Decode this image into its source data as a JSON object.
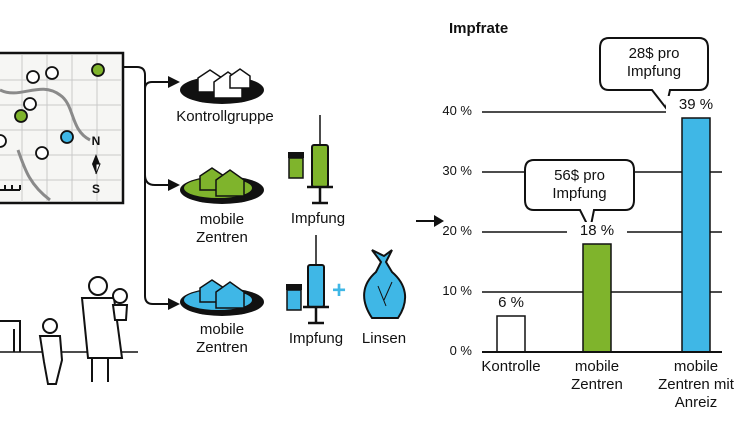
{
  "colors": {
    "green": "#7fb42c",
    "blue": "#3fb7e6",
    "ink": "#111111",
    "map_bg": "#f6f6f4"
  },
  "left": {
    "groups": [
      {
        "label": "Kontrollgruppe",
        "color": "#ffffff"
      },
      {
        "label": "mobile Zentren",
        "color": "#7fb42c",
        "intervention": "Impfung"
      },
      {
        "label": "mobile Zentren",
        "color": "#3fb7e6",
        "intervention": "Impfung",
        "plus": "+",
        "bonus": "Linsen"
      }
    ],
    "compass_n": "N",
    "compass_s": "S",
    "arrow": "→"
  },
  "chart_data": {
    "type": "bar",
    "title": "Impfrate",
    "categories": [
      "Kontrolle",
      "mobile Zentren",
      "mobile Zentren mit Anreiz"
    ],
    "values": [
      6,
      18,
      39
    ],
    "value_labels": [
      "6 %",
      "18 %",
      "39 %"
    ],
    "bar_colors": [
      "#ffffff",
      "#7fb42c",
      "#3fb7e6"
    ],
    "y_ticks": [
      0,
      10,
      20,
      30,
      40
    ],
    "y_tick_labels": [
      "0 %",
      "10 %",
      "20 %",
      "30 %",
      "40 %"
    ],
    "ylim": [
      0,
      40
    ],
    "grid": true,
    "annotations": [
      {
        "category": "mobile Zentren",
        "text": "56$ pro Impfung"
      },
      {
        "category": "mobile Zentren mit Anreiz",
        "text": "28$ pro Impfung"
      }
    ]
  }
}
